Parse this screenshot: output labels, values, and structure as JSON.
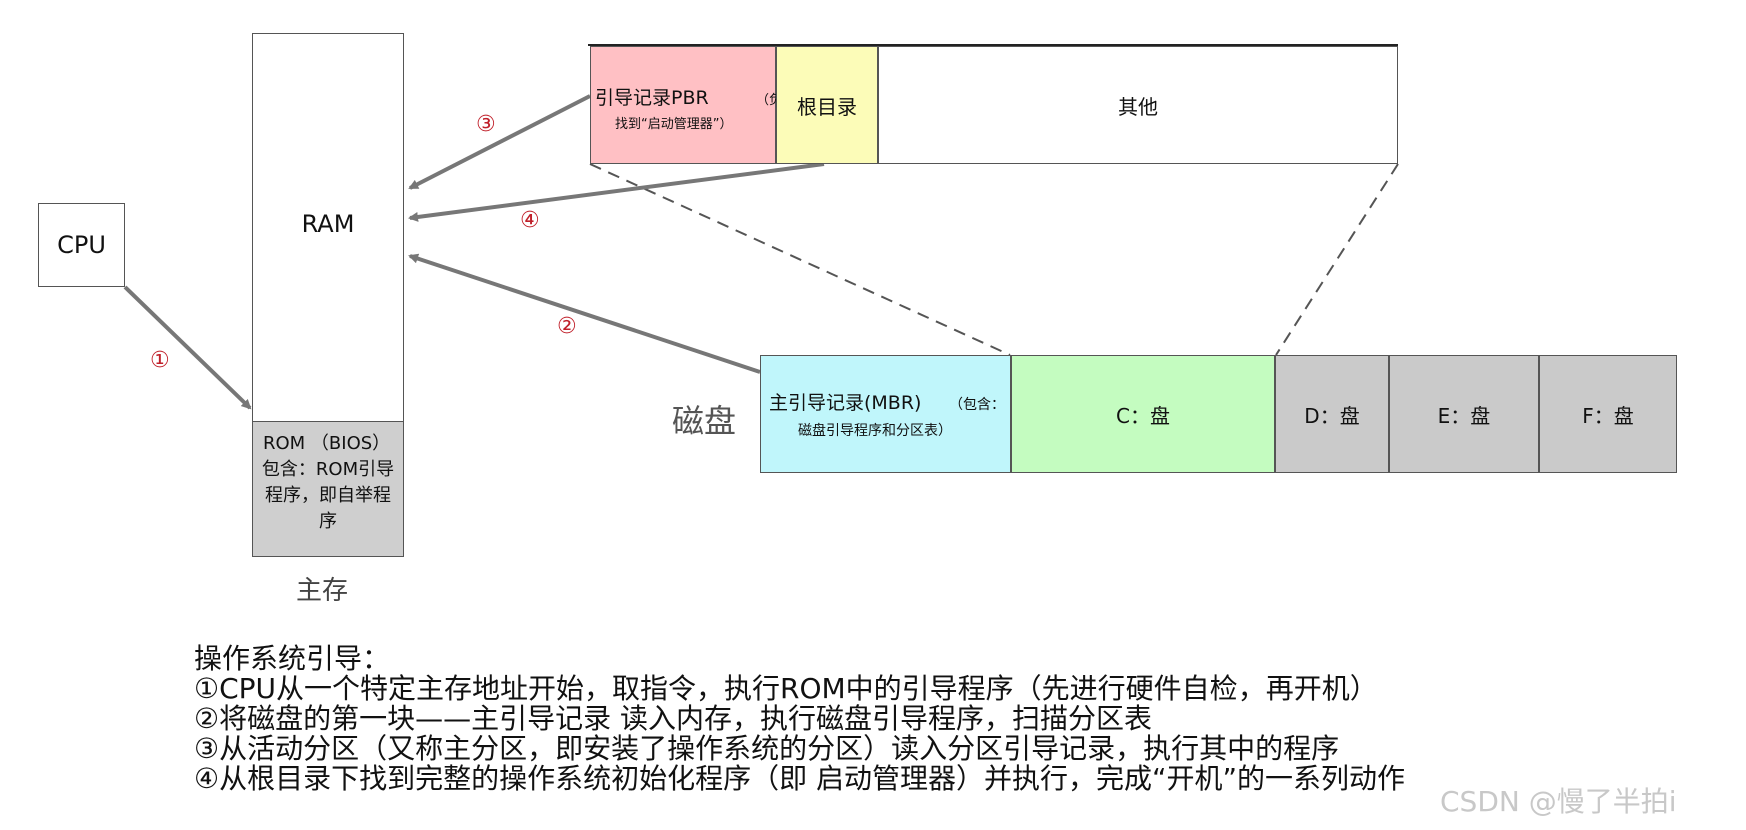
{
  "cpu": {
    "label": "CPU"
  },
  "memory": {
    "ram_label": "RAM",
    "rom_line1": "ROM （BIOS）",
    "rom_line2": "包含：ROM引导程序，即自举程序",
    "caption": "主存"
  },
  "partition": {
    "pbr_label": "引导记录PBR",
    "pbr_note_a": "（负责",
    "pbr_note_b": "找到“启动管理器”）",
    "root_dir": "根目录",
    "other": "其他"
  },
  "disk": {
    "caption": "磁盘",
    "mbr_label": "主引导记录(MBR)",
    "mbr_note_a": "（包含：",
    "mbr_note_b": "磁盘引导程序和分区表）",
    "partitions": [
      "C：盘",
      "D：盘",
      "E：盘",
      "F：盘"
    ]
  },
  "steps": [
    "①",
    "②",
    "③",
    "④"
  ],
  "description": {
    "title": "操作系统引导：",
    "lines": [
      "①CPU从一个特定主存地址开始，取指令，执行ROM中的引导程序（先进行硬件自检，再开机）",
      "②将磁盘的第一块——主引导记录 读入内存，执行磁盘引导程序，扫描分区表",
      "③从活动分区（又称主分区，即安装了操作系统的分区）读入分区引导记录，执行其中的程序",
      "④从根目录下找到完整的操作系统初始化程序（即 启动管理器）并执行，完成“开机”的一系列动作"
    ]
  },
  "watermark": "CSDN @慢了半拍i",
  "colors": {
    "pbr": "#ffc0c4",
    "root_dir": "#fcfcb8",
    "mbr": "#c0f6fb",
    "c_partition": "#c4fcc0",
    "other_partitions": "#cacaca",
    "rom": "#cfcfcf",
    "step_numbers": "#c0202a",
    "arrows": "#777777"
  }
}
